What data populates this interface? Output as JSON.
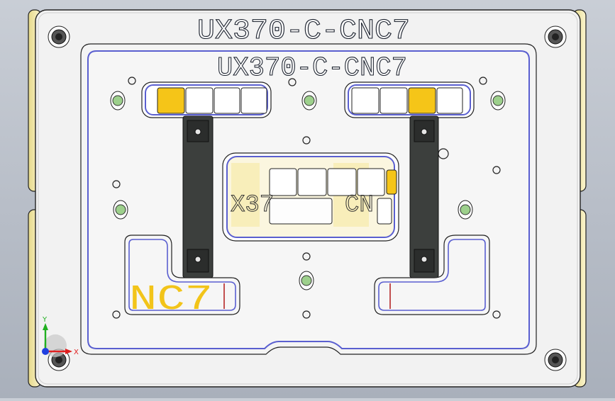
{
  "viewport": {
    "part_number_top": "UX370-C-CNC7",
    "part_number_inner": "UX370-C-CNC7",
    "window_text_left": "X37",
    "window_text_right": "CN",
    "lower_left_text": "NC7"
  },
  "triad": {
    "y_label": "Y",
    "x_label": "X",
    "colors": {
      "x": "#e02020",
      "y": "#20b020",
      "z": "#2040e0"
    }
  },
  "colors": {
    "background_top": "#c9ced6",
    "plate": "#f3f3f3",
    "plate_edge": "#efe6a8",
    "outline_blue": "#5a5fd0",
    "pad_yellow": "#f5c518",
    "bracket_dark": "#3c3f3d",
    "nut_green": "#9dd08c"
  }
}
